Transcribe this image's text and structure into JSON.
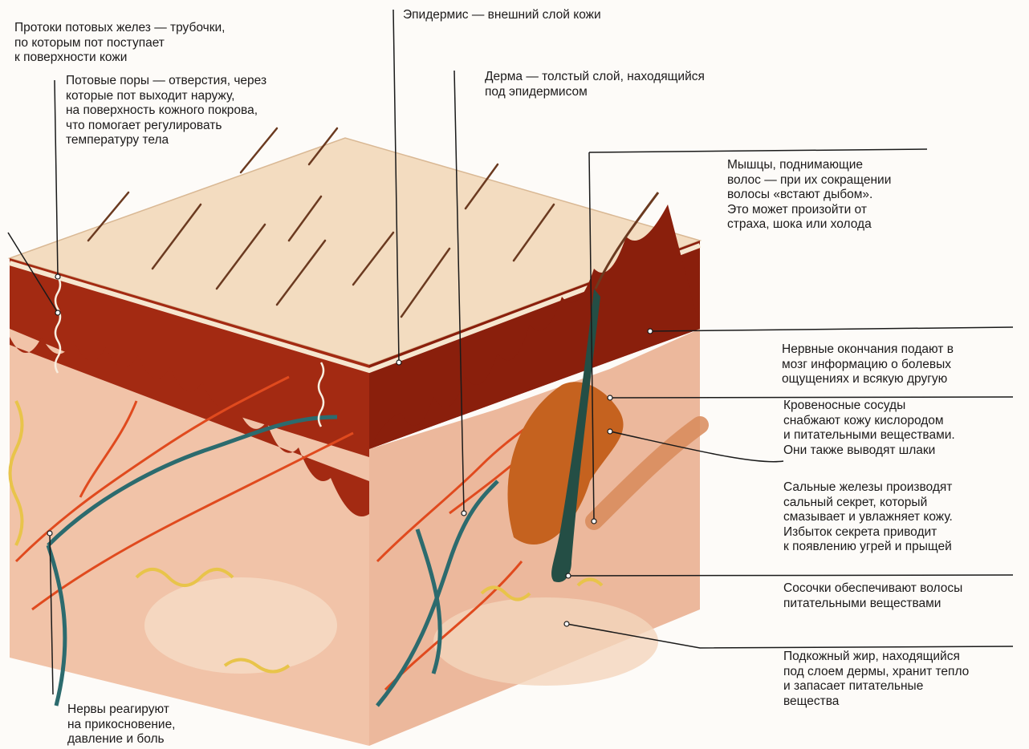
{
  "colors": {
    "surface": "#f3dcc0",
    "epidermis_band": "#a32a12",
    "dermis": "#f1c3a8",
    "fat": "#f6dcc6",
    "artery": "#e04a1e",
    "vein": "#2c6b6e",
    "nerve": "#e8c44a",
    "hair": "#6b3a20",
    "sebaceous": "#c5621f",
    "line": "#1a1a1a"
  },
  "labels": {
    "sweat_ducts": [
      "Протоки потовых желез — трубочки,",
      "по которым пот поступает",
      "к поверхности кожи"
    ],
    "sweat_pores": [
      "Потовые поры — отверстия, через",
      "которые пот выходит наружу,",
      "на поверхность кожного покрова,",
      "что помогает регулировать",
      "температуру тела"
    ],
    "epidermis": [
      "Эпидермис — внешний слой кожи"
    ],
    "dermis": [
      "Дерма — толстый слой, находящийся",
      "под эпидермисом"
    ],
    "arrector_muscles": [
      "Мышцы, поднимающие",
      "волос — при их сокращении",
      "волосы «встают дыбом».",
      "Это может произойти от",
      "страха, шока или холода"
    ],
    "nerve_endings": [
      "Нервные окончания подают в",
      "мозг информацию о болевых",
      "ощущениях и всякую другую"
    ],
    "blood_vessels": [
      "Кровеносные сосуды",
      "снабжают кожу кислородом",
      "и питательными веществами.",
      "Они также выводят шлаки"
    ],
    "sebaceous_glands": [
      "Сальные железы производят",
      "сальный секрет, который",
      "смазывает и увлажняет кожу.",
      "Избыток секрета приводит",
      "к появлению угрей и прыщей"
    ],
    "papillae": [
      "Сосочки обеспечивают волосы",
      "питательными веществами"
    ],
    "subcutaneous_fat": [
      "Подкожный жир, находящийся",
      "под слоем дермы, хранит тепло",
      "и запасает питательные",
      "вещества"
    ],
    "nerves": [
      "Нервы реагируют",
      "на прикосновение,",
      "давление и боль"
    ]
  }
}
